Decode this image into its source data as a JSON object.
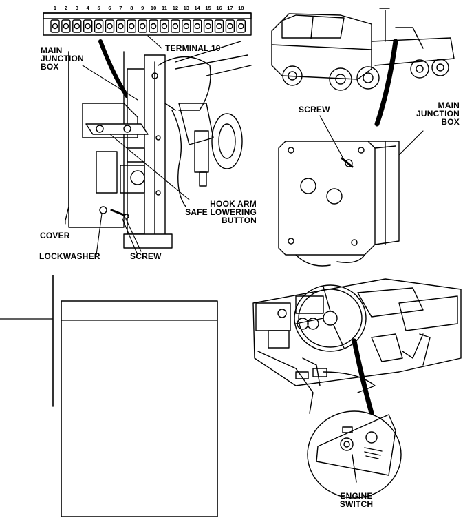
{
  "terminal_strip": {
    "numbers": [
      "1",
      "2",
      "3",
      "4",
      "5",
      "6",
      "7",
      "8",
      "9",
      "10",
      "11",
      "12",
      "13",
      "14",
      "15",
      "16",
      "17",
      "18"
    ]
  },
  "labels": {
    "main_junction_box_left": "MAIN\nJUNCTION\nBOX",
    "terminal_10": "TERMINAL 10",
    "hook_arm_safe_lowering_button": "HOOK ARM\nSAFE LOWERING\nBUTTON",
    "cover": "COVER",
    "lockwasher": "LOCKWASHER",
    "screw_left": "SCREW",
    "screw_right": "SCREW",
    "main_junction_box_right": "MAIN\nJUNCTION\nBOX",
    "engine_switch": "ENGINE\nSWITCH"
  }
}
